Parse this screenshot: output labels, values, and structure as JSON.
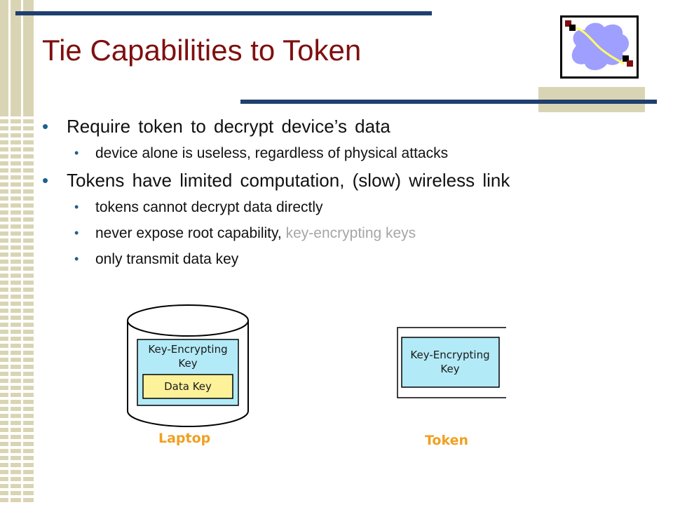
{
  "title": "Tie Capabilities to Token",
  "bullets": [
    {
      "text": "Require token to decrypt device’s data",
      "sub": [
        "device alone is useless, regardless of physical attacks"
      ]
    },
    {
      "text": "Tokens have limited computation, (slow) wireless link",
      "sub": [
        "tokens cannot decrypt data directly",
        "never expose root capability,",
        "only transmit data key"
      ]
    }
  ],
  "sub_bullet_highlight": "key-encrypting keys",
  "diagram": {
    "laptop": {
      "outer_key_line1": "Key-Encrypting",
      "outer_key_line2": "Key",
      "inner_key": "Data Key",
      "caption": "Laptop"
    },
    "token": {
      "key_line1": "Key-Encrypting",
      "key_line2": "Key",
      "caption": "Token"
    }
  },
  "colors": {
    "title": "#7f0f0f",
    "rule": "#1f3f6f",
    "stripe": "#d9d5b4",
    "key_box": "#b3eaf7",
    "data_key_box": "#fdf19a",
    "caption": "#f0a020",
    "muted_text": "#a6a6a6"
  },
  "icons": [
    "network-cloud-logo"
  ]
}
